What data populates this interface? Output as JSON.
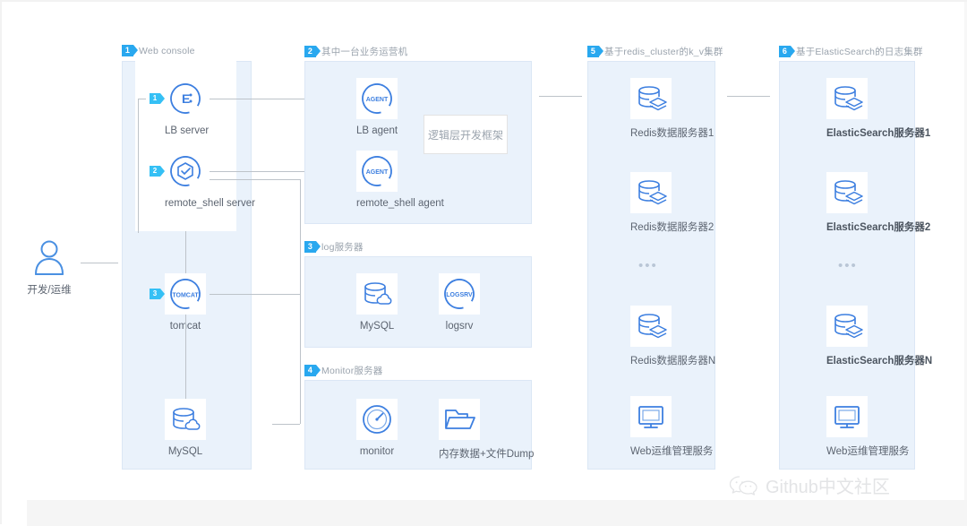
{
  "diagram": {
    "actor": {
      "label": "开发/运维",
      "icon": "user-icon"
    },
    "groups": [
      {
        "number": "1",
        "title": "Web console",
        "nodes": [
          {
            "label": "LB server",
            "icon": "lb-server-icon",
            "step": "1"
          },
          {
            "label": "remote_shell server",
            "icon": "remote-shell-server-icon",
            "step": "2"
          },
          {
            "label": "tomcat",
            "icon": "tomcat-icon",
            "step": "3"
          },
          {
            "label": "MySQL",
            "icon": "mysql-icon",
            "step": ""
          }
        ]
      },
      {
        "number": "2",
        "title": "其中一台业务运营机",
        "nodes": [
          {
            "label": "LB agent",
            "icon": "agent-icon",
            "step": ""
          },
          {
            "label": "remote_shell agent",
            "icon": "agent-icon",
            "step": ""
          }
        ],
        "framework_box": "逻辑层开发框架"
      },
      {
        "number": "3",
        "title": "log服务器",
        "nodes": [
          {
            "label": "MySQL",
            "icon": "mysql-icon",
            "step": ""
          },
          {
            "label": "logsrv",
            "icon": "logsrv-icon",
            "step": ""
          }
        ]
      },
      {
        "number": "4",
        "title": "Monitor服务器",
        "nodes": [
          {
            "label": "monitor",
            "icon": "gauge-icon",
            "step": ""
          },
          {
            "label": "内存数据+文件Dump",
            "icon": "folder-icon",
            "step": ""
          }
        ]
      },
      {
        "number": "5",
        "title": "基于redis_cluster的k_v集群",
        "nodes": [
          {
            "label": "Redis数据服务器1",
            "icon": "database-stack-icon",
            "step": ""
          },
          {
            "label": "Redis数据服务器2",
            "icon": "database-stack-icon",
            "step": ""
          },
          {
            "label": "Redis数据服务器N",
            "icon": "database-stack-icon",
            "step": ""
          },
          {
            "label": "Web运维管理服务",
            "icon": "monitor-screen-icon",
            "step": ""
          }
        ],
        "ellipsis": "•••"
      },
      {
        "number": "6",
        "title": "基于ElasticSearch的日志集群",
        "nodes": [
          {
            "label": "ElasticSearch服务器1",
            "icon": "database-stack-icon",
            "step": ""
          },
          {
            "label": "ElasticSearch服务器2",
            "icon": "database-stack-icon",
            "step": ""
          },
          {
            "label": "ElasticSearch服务器N",
            "icon": "database-stack-icon",
            "step": ""
          },
          {
            "label": "Web运维管理服务",
            "icon": "monitor-screen-icon",
            "step": ""
          }
        ],
        "ellipsis": "•••"
      }
    ],
    "icon_texts": {
      "lb_server": "E:",
      "agent": "AGENT",
      "tomcat": "TOMCAT",
      "logsrv": "LOGSRV"
    },
    "watermark": {
      "text": "Github中文社区",
      "icon": "wechat-icon"
    },
    "colors": {
      "accent": "#29a8ef",
      "panel_fill": "#eaf2fb",
      "panel_border": "#dbe7f5",
      "icon_blue": "#3d7fe0",
      "text": "#5c6470",
      "muted": "#9aa3ad",
      "line": "#bdc3c9"
    }
  }
}
